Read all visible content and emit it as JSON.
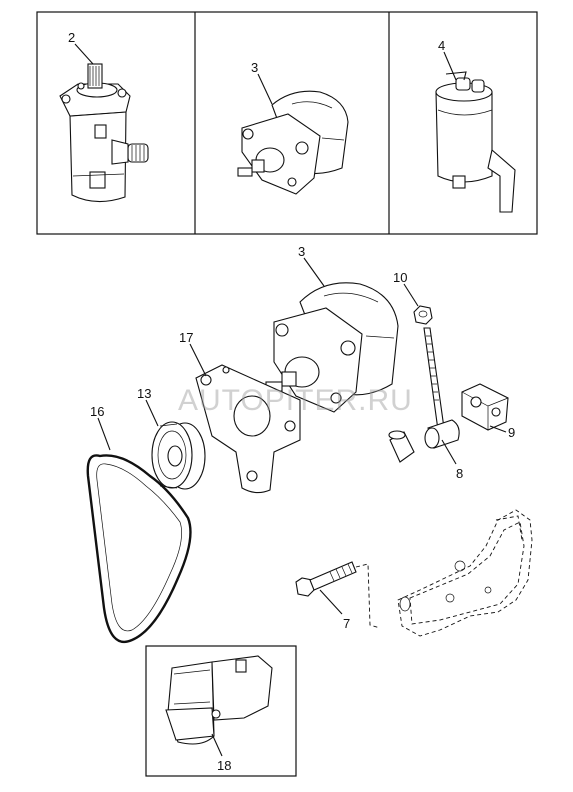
{
  "callouts": {
    "c2": "2",
    "c3a": "3",
    "c4": "4",
    "c3b": "3",
    "c10": "10",
    "c17": "17",
    "c13": "13",
    "c16": "16",
    "c8": "8",
    "c9": "9",
    "c7": "7",
    "c18": "18"
  },
  "watermark": "AUTOPITER.RU",
  "colors": {
    "line": "#111111",
    "watermark": "#9a9a9a",
    "background": "#ffffff"
  }
}
